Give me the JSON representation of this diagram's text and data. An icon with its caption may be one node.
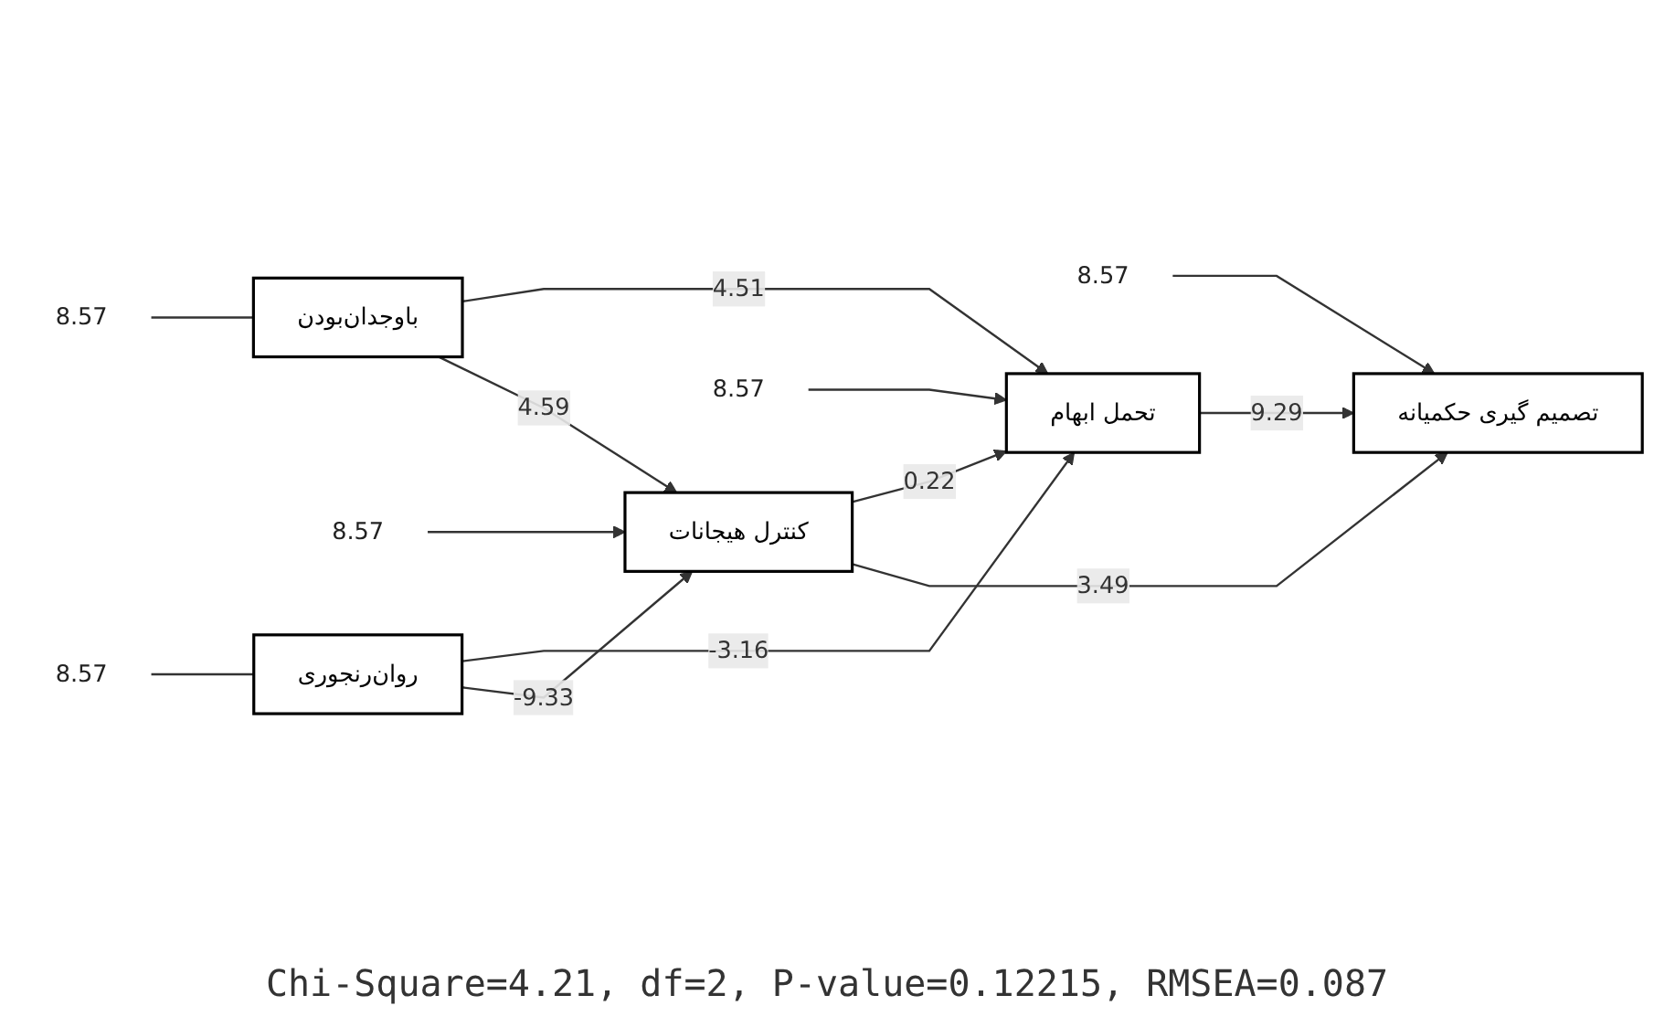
{
  "diagram": {
    "caption": "Chi-Square=4.21, df=2, P-value=0.12215, RMSEA=0.087",
    "nodes": [
      {
        "text": [
          "8.57"
        ]
      },
      {
        "text": [
          "روان‌رنجوری"
        ]
      },
      {
        "text": [
          "کنترل هیجانات"
        ]
      },
      {
        "text": [
          "8.57"
        ]
      },
      {
        "text": [
          "تصمیم گیری حکمیانه"
        ]
      },
      {
        "text": [
          "8.57"
        ]
      },
      {
        "text": [
          "8.57"
        ]
      },
      {
        "text": [
          "باوجدان‌بودن"
        ]
      },
      {
        "text": [
          "تحمل ابهام"
        ]
      },
      {
        "text": [
          "8.57"
        ]
      }
    ],
    "edges": [
      {
        "from": 0,
        "to": 1,
        "arrow": "none"
      },
      {
        "from": 1,
        "to": 2,
        "arrow": "to",
        "label": "-9.33"
      },
      {
        "from": 1,
        "to": 8,
        "arrow": "to",
        "label": "-3.16"
      },
      {
        "from": 3,
        "to": 2,
        "arrow": "to"
      },
      {
        "from": 2,
        "to": 4,
        "arrow": "to",
        "label": "3.49"
      },
      {
        "from": 2,
        "to": 8,
        "arrow": "to",
        "label": "0.22"
      },
      {
        "from": 5,
        "to": 4,
        "arrow": "to"
      },
      {
        "from": 6,
        "to": 7,
        "arrow": "none"
      },
      {
        "from": 7,
        "to": 2,
        "arrow": "to",
        "label": "4.59"
      },
      {
        "from": 7,
        "to": 8,
        "arrow": "to",
        "label": "4.51"
      },
      {
        "from": 8,
        "to": 4,
        "arrow": "to",
        "label": "9.29"
      },
      {
        "from": 9,
        "to": 8,
        "arrow": "to"
      }
    ]
  }
}
